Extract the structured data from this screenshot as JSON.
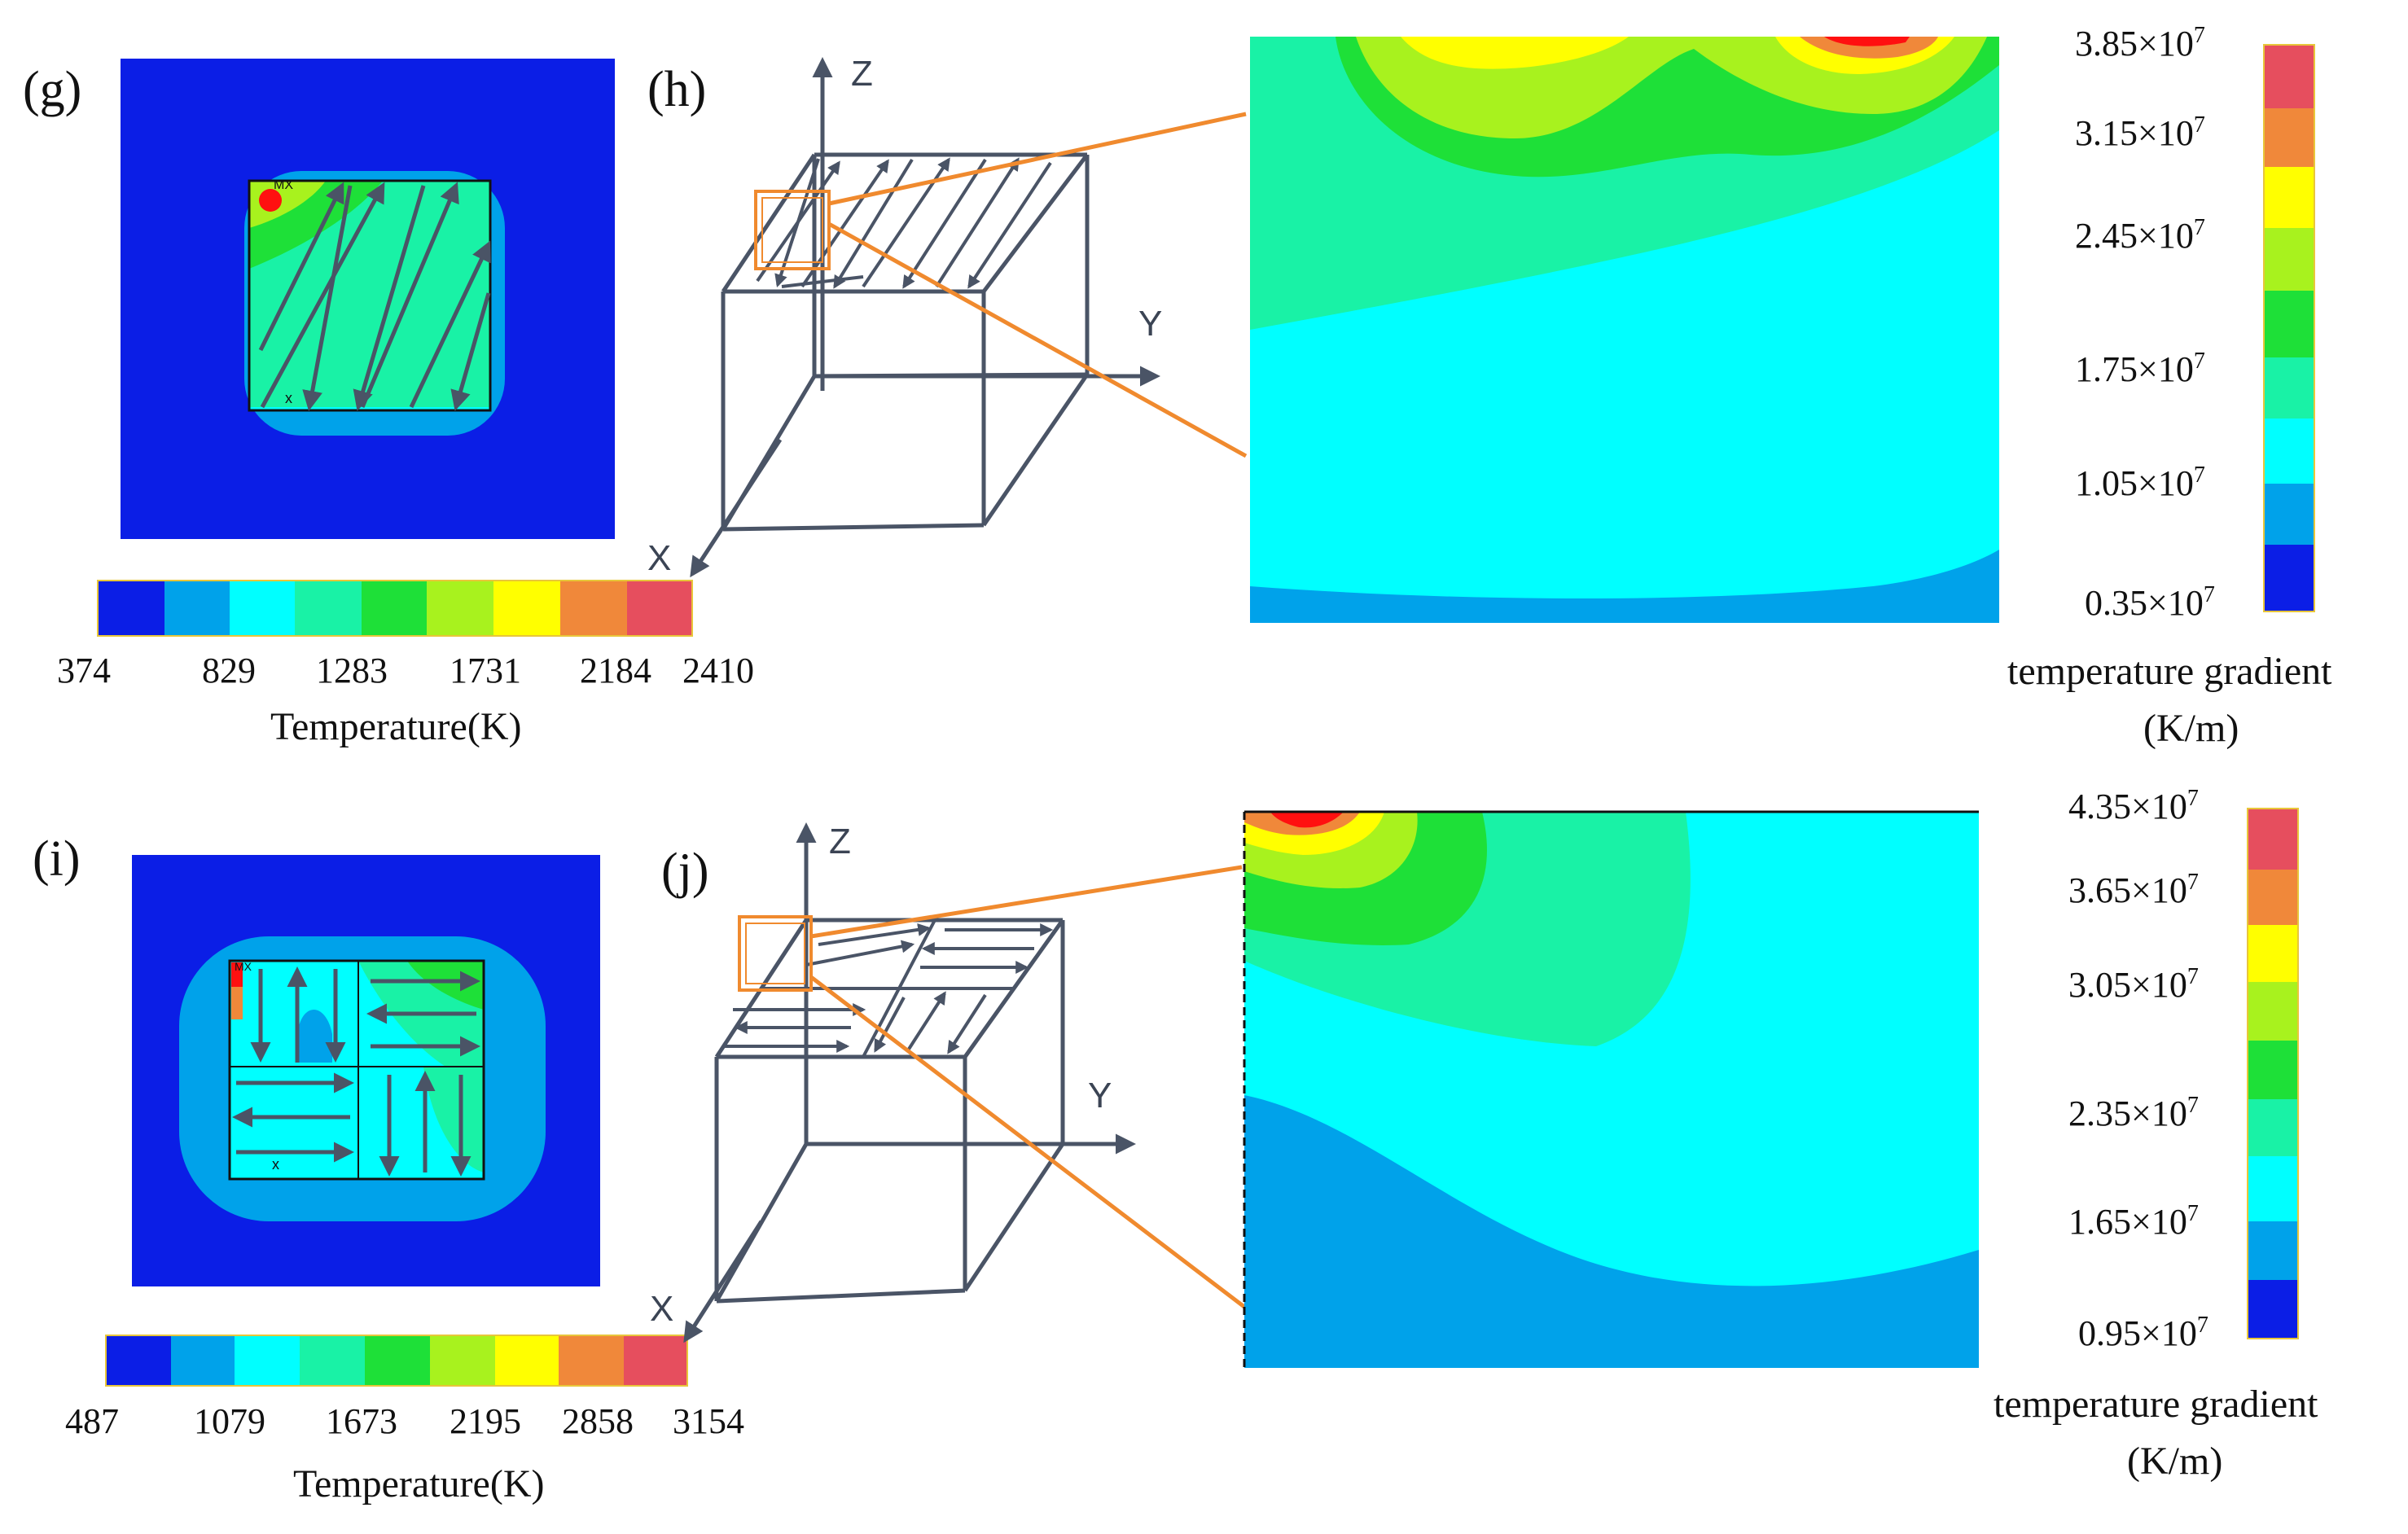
{
  "panels": {
    "g": {
      "label": "(g)",
      "colorbar": {
        "ticks": [
          "374",
          "829",
          "1283",
          "1731",
          "2184",
          "2410"
        ],
        "title": "Temperature(K)"
      },
      "marker": "MX",
      "origin_mark": "x"
    },
    "h": {
      "label": "(h)",
      "axes": {
        "z": "Z",
        "y": "Y",
        "x": "X"
      }
    },
    "g_zoom": {
      "colorbar": {
        "ticks": [
          "3.85×10",
          "3.15×10",
          "2.45×10",
          "1.75×10",
          "1.05×10",
          "0.35×10"
        ],
        "exponent": "7",
        "title_line1": "temperature gradient",
        "title_line2": "(K/m)"
      }
    },
    "i": {
      "label": "(i)",
      "colorbar": {
        "ticks": [
          "487",
          "1079",
          "1673",
          "2195",
          "2858",
          "3154"
        ],
        "title": "Temperature(K)"
      },
      "marker": "MX",
      "origin_mark": "x"
    },
    "j": {
      "label": "(j)",
      "axes": {
        "z": "Z",
        "y": "Y",
        "x": "X"
      }
    },
    "i_zoom": {
      "colorbar": {
        "ticks": [
          "4.35×10",
          "3.65×10",
          "3.05×10",
          "2.35×10",
          "1.65×10",
          "0.95×10"
        ],
        "exponent": "7",
        "title_line1": "temperature gradient",
        "title_line2": "(K/m)"
      }
    }
  },
  "colors": {
    "blue": "#0b1ee6",
    "lightblue": "#00a2ea",
    "cyan": "#00ffff",
    "seagreen": "#19f2a6",
    "green": "#1ee038",
    "yellowgreen": "#a8f21e",
    "yellow": "#ffff00",
    "orange": "#f0883a",
    "red": "#e64e5e",
    "hot": "#ff1010",
    "arrow": "#4a5466",
    "callout": "#f08a2e"
  }
}
